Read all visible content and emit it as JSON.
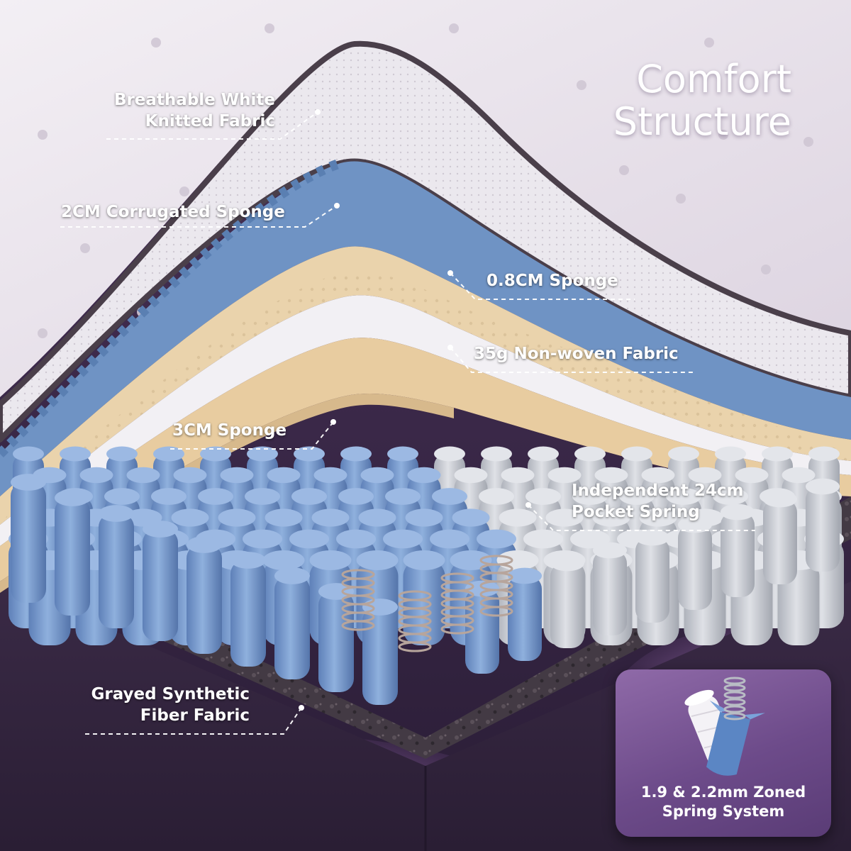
{
  "title": {
    "line1": "Comfort",
    "line2": "Structure"
  },
  "labels": {
    "knitted_fabric": {
      "line1": "Breathable White",
      "line2": "Knitted Fabric"
    },
    "corrugated_sponge": "2CM Corrugated Sponge",
    "sponge_08": "0.8CM Sponge",
    "non_woven": "35g Non-woven Fabric",
    "sponge_3": "3CM Sponge",
    "pocket_spring": {
      "line1": "Independent 24cm",
      "line2": "Pocket Spring"
    },
    "fiber_fabric": {
      "line1": "Grayed Synthetic",
      "line2": "Fiber Fabric"
    }
  },
  "inset": {
    "line1": "1.9 & 2.2mm Zoned",
    "line2": "Spring System"
  },
  "colors": {
    "background_purple": "#3a2848",
    "mattress_white": "#ece6ee",
    "sponge_blue": "#6f93c4",
    "sponge_cream": "#ead3ac",
    "non_woven_white": "#f2f0f4",
    "spring_blue": "#7e9fd0",
    "spring_grey": "#c9ccd3",
    "base_dark": "#3e3540",
    "led_glow": "#c98ee6",
    "inset_purple": "#7a569a"
  }
}
